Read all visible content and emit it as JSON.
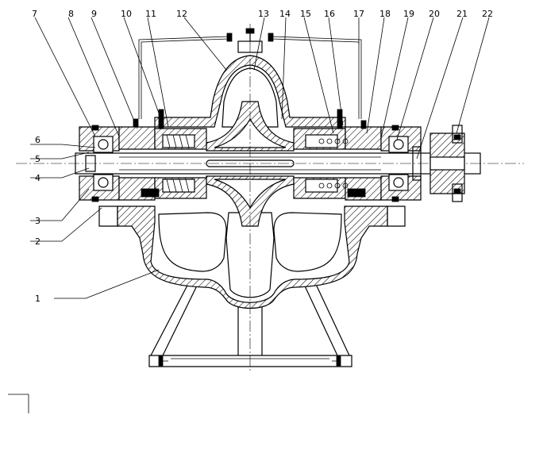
{
  "part_labels": [
    "1",
    "2",
    "3",
    "4",
    "5",
    "6",
    "7",
    "8",
    "9",
    "10",
    "11",
    "12",
    "13",
    "14",
    "15",
    "16",
    "17",
    "18",
    "19",
    "20",
    "21",
    "22"
  ]
}
